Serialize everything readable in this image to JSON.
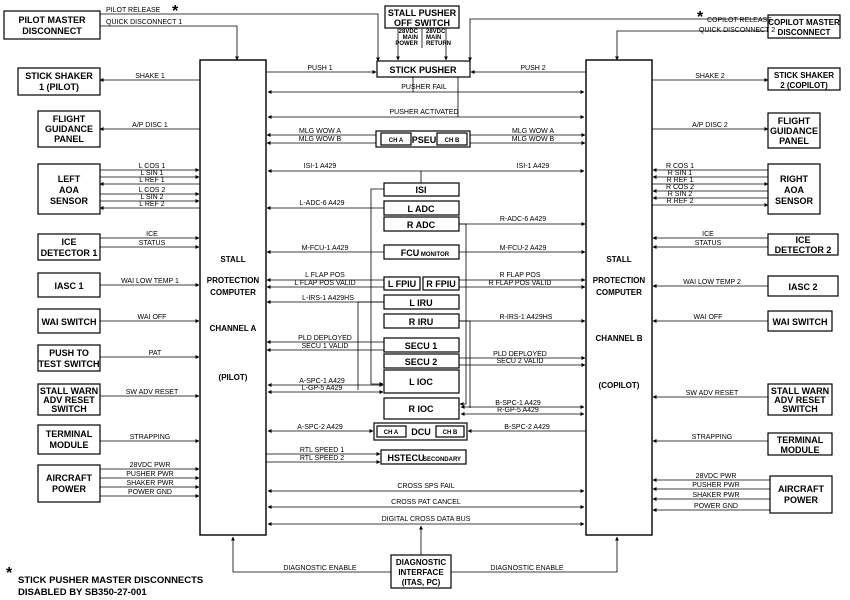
{
  "computer": {
    "a": {
      "l1": "STALL",
      "l2": "PROTECTION",
      "l3": "COMPUTER",
      "l4": "CHANNEL A",
      "l5": "(PILOT)"
    },
    "b": {
      "l1": "STALL",
      "l2": "PROTECTION",
      "l3": "COMPUTER",
      "l4": "CHANNEL B",
      "l5": "(COPILOT)"
    }
  },
  "left_boxes": {
    "pilot_master": [
      "PILOT MASTER",
      "DISCONNECT"
    ],
    "stick_shaker_1": [
      "STICK SHAKER",
      "1 (PILOT)"
    ],
    "fgp": [
      "FLIGHT",
      "GUIDANCE",
      "PANEL"
    ],
    "left_aoa": [
      "LEFT",
      "AOA",
      "SENSOR"
    ],
    "ice_1": [
      "ICE",
      "DETECTOR 1"
    ],
    "iasc_1": [
      "IASC 1"
    ],
    "wai_switch": [
      "WAI SWITCH"
    ],
    "push_to_test": [
      "PUSH TO",
      "TEST SWITCH"
    ],
    "stall_warn": [
      "STALL WARN",
      "ADV RESET",
      "SWITCH"
    ],
    "terminal": [
      "TERMINAL",
      "MODULE"
    ],
    "aircraft_power": [
      "AIRCRAFT",
      "POWER"
    ]
  },
  "right_boxes": {
    "copilot_master": [
      "COPILOT MASTER",
      "DISCONNECT"
    ],
    "stick_shaker_2": [
      "STICK SHAKER",
      "2 (COPILOT)"
    ],
    "fgp": [
      "FLIGHT",
      "GUIDANCE",
      "PANEL"
    ],
    "right_aoa": [
      "RIGHT",
      "AOA",
      "SENSOR"
    ],
    "ice_2": [
      "ICE",
      "DETECTOR 2"
    ],
    "iasc_2": [
      "IASC 2"
    ],
    "wai_switch": [
      "WAI SWITCH"
    ],
    "stall_warn": [
      "STALL WARN",
      "ADV RESET",
      "SWITCH"
    ],
    "terminal": [
      "TERMINAL",
      "MODULE"
    ],
    "aircraft_power": [
      "AIRCRAFT",
      "POWER"
    ]
  },
  "center_boxes": {
    "stall_pusher_off": [
      "STALL PUSHER",
      "OFF SWITCH"
    ],
    "dc_main_power": [
      "28VDC",
      "MAIN",
      "POWER"
    ],
    "dc_main_return": [
      "28VDC",
      "MAIN",
      "RETURN"
    ],
    "stick_pusher": "STICK PUSHER",
    "pseu": "PSEU",
    "pseu_cha": "CH A",
    "pseu_chb": "CH B",
    "isi": "ISI",
    "l_adc": "L ADC",
    "r_adc": "R ADC",
    "fcu": "FCU",
    "fcu_sub": "MONITOR",
    "l_fpiu": "L FPIU",
    "r_fpiu": "R FPIU",
    "l_iru": "L IRU",
    "r_iru": "R IRU",
    "secu_1": "SECU 1",
    "secu_2": "SECU 2",
    "l_ioc": "L IOC",
    "r_ioc": "R IOC",
    "dcu": "DCU",
    "dcu_cha": "CH A",
    "dcu_chb": "CH B",
    "hstecu": "HSTECU",
    "hstecu_sub": "SECONDARY",
    "diag": [
      "DIAGNOSTIC",
      "INTERFACE",
      "(ITAS, PC)"
    ]
  },
  "signals": {
    "pilot_release": "PILOT RELEASE",
    "quick_disc_1": "QUICK DISCONNECT 1",
    "copilot_release": "COPILOT RELEASE",
    "quick_disc_2": "QUICK DISCONNECT 2",
    "shake_1": "SHAKE 1",
    "shake_2": "SHAKE 2",
    "push_1": "PUSH 1",
    "push_2": "PUSH 2",
    "pusher_fail": "PUSHER FAIL",
    "pusher_activated": "PUSHER ACTIVATED",
    "ap_disc_1": "A/P DISC 1",
    "ap_disc_2": "A/P DISC 2",
    "mlg_wow_a_l": "MLG WOW A",
    "mlg_wow_b_l": "MLG WOW B",
    "mlg_wow_a_r": "MLG WOW A",
    "mlg_wow_b_r": "MLG WOW B",
    "isi_1_l": "ISI-1 A429",
    "isi_1_r": "ISI-1 A429",
    "l_aoa": [
      "L COS 1",
      "L SIN 1",
      "L REF 1",
      "L COS 2",
      "L SIN 2",
      "L REF 2"
    ],
    "r_aoa": [
      "R COS 1",
      "R SIN 1",
      "R REF 1",
      "R COS 2",
      "R SIN 2",
      "R REF 2"
    ],
    "l_adc_6": "L-ADC-6 A429",
    "r_adc_6": "R-ADC-6 A429",
    "ice_l": "ICE",
    "status_l": "STATUS",
    "ice_r": "ICE",
    "status_r": "STATUS",
    "m_fcu_1": "M-FCU-1 A429",
    "m_fcu_2": "M-FCU-2 A429",
    "wai_low_1": "WAI LOW TEMP 1",
    "wai_low_2": "WAI LOW TEMP 2",
    "l_flap_pos": "L FLAP POS",
    "l_flap_valid": "L FLAP POS VALID",
    "r_flap_pos": "R FLAP POS",
    "r_flap_valid": "R FLAP POS VALID",
    "l_irs": "L-IRS-1 A429HS",
    "r_irs": "R-IRS-1 A429HS",
    "wai_off_l": "WAI OFF",
    "wai_off_r": "WAI OFF",
    "pld_deployed_l": "PLD DEPLOYED",
    "secu_1_valid": "SECU 1 VALID",
    "pld_deployed_r": "PLD DEPLOYED",
    "secu_2_valid": "SECU 2 VALID",
    "pat": "PAT",
    "a_spc_1": "A-SPC-1 A429",
    "l_gp_5": "L-GP-5 A429",
    "b_spc_1": "B-SPC-1 A429",
    "r_gp_5": "R-GP-5 A429",
    "sw_adv_l": "SW ADV RESET",
    "sw_adv_r": "SW ADV RESET",
    "a_spc_2": "A-SPC-2 A429",
    "b_spc_2": "B-SPC-2 A429",
    "strapping_l": "STRAPPING",
    "strapping_r": "STRAPPING",
    "rtl_1": "RTL SPEED 1",
    "rtl_2": "RTL SPEED 2",
    "pwr_l": [
      "28VDC PWR",
      "PUSHER PWR",
      "SHAKER PWR",
      "POWER GND"
    ],
    "pwr_r": [
      "28VDC PWR",
      "PUSHER PWR",
      "SHAKER PWR",
      "POWER GND"
    ],
    "cross_sps": "CROSS SPS FAIL",
    "cross_pat": "CROSS PAT CANCEL",
    "digital_cross": "DIGITAL CROSS DATA BUS",
    "diag_en_l": "DIAGNOSTIC ENABLE",
    "diag_en_r": "DIAGNOSTIC ENABLE"
  },
  "footnote": {
    "marker": "*",
    "line1": "STICK PUSHER MASTER DISCONNECTS",
    "line2": "DISABLED BY SB350-27-001"
  }
}
